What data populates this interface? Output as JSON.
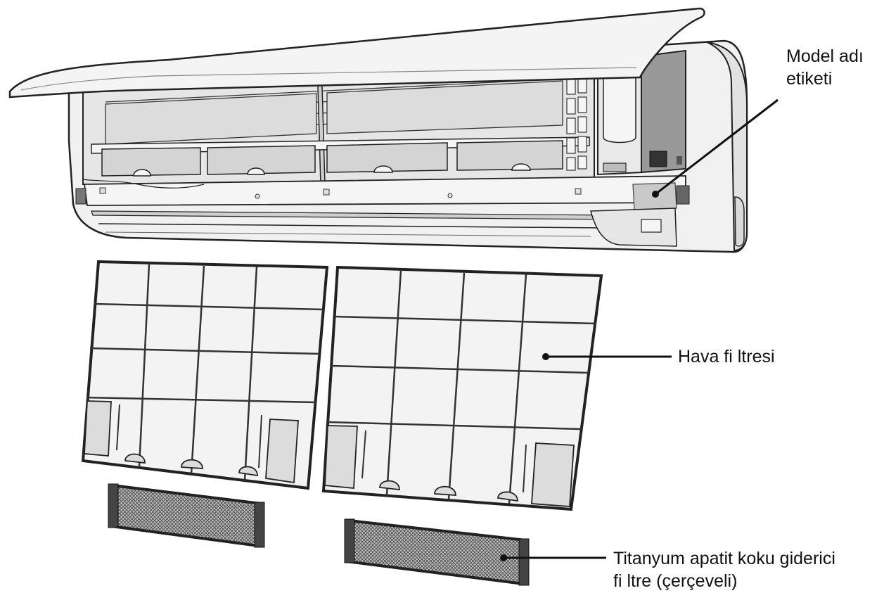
{
  "labels": {
    "model_name": {
      "line1": "Model adı",
      "line2": "etiketi"
    },
    "air_filter": {
      "line1": "Hava fi ltresi"
    },
    "titanium_filter": {
      "line1": "Titanyum apatit koku giderici",
      "line2": "fi ltre (çerçeveli)"
    }
  },
  "colors": {
    "stroke": "#222222",
    "body_fill": "#f1f1f1",
    "panel_fill": "#f7f7f7",
    "shade": "#d9d9d9",
    "dark": "#555555",
    "mesh": "#8a8a8a"
  }
}
